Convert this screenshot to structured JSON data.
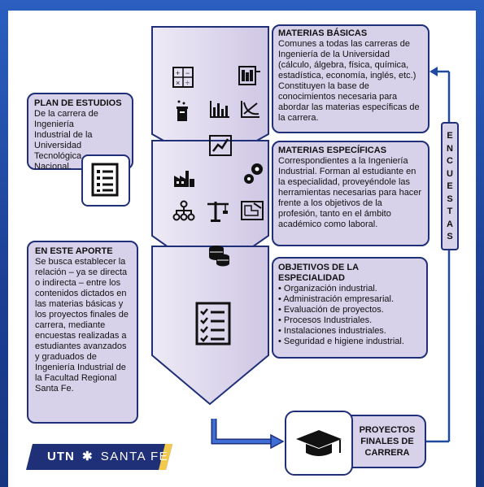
{
  "plan": {
    "title": "PLAN DE ESTUDIOS",
    "text": "De la carrera de Ingeniería Industrial de la Universidad Tecnológica Nacional."
  },
  "aporte": {
    "title": "EN ESTE APORTE",
    "text": "Se busca establecer la relación – ya se directa o indirecta – entre los contenidos dictados en las materias básicas y los proyectos finales de carrera, mediante encuestas realizadas a estudiantes avanzados y graduados de Ingeniería Industrial de la Facultad Regional Santa Fe."
  },
  "basicas": {
    "title": "MATERIAS BÁSICAS",
    "text": "Comunes a todas las carreras de Ingeniería de la Universidad (cálculo, álgebra, física, química, estadística, economía, inglés, etc.) Constituyen la base de conocimientos necesaria para abordar las materias específicas de la carrera."
  },
  "especificas": {
    "title": "MATERIAS ESPECÍFICAS",
    "text": "Correspondientes a la Ingeniería Industrial. Forman al estudiante en la especialidad, proveyéndole las herramientas necesarias para hacer frente a los objetivos de la profesión, tanto en el ámbito académico como laboral."
  },
  "objetivos": {
    "title": "OBJETIVOS DE LA ESPECIALIDAD",
    "items": [
      "• Organización industrial.",
      "• Administración empresarial.",
      "• Evaluación de proyectos.",
      "• Procesos Industriales.",
      "• Instalaciones industriales.",
      "• Seguridad e higiene industrial."
    ]
  },
  "encuestas": {
    "label": "ENCUESTAS"
  },
  "proyectos": {
    "title": "PROYECTOS FINALES DE CARRERA"
  },
  "logo": {
    "text": "UTN",
    "sub": "SANTA FE"
  },
  "colors": {
    "navy": "#1f2f78",
    "lavender": "#d8d1ea",
    "blue": "#2d5fc4"
  },
  "icons": [
    "calculator-icon",
    "abacus-icon",
    "flask-icon",
    "bar-chart-icon",
    "axes-chart-icon",
    "line-chart-icon",
    "factory-icon",
    "gears-icon",
    "org-chart-icon",
    "crane-icon",
    "blueprint-icon",
    "coins-icon",
    "checklist-icon",
    "list-icon",
    "graduation-cap-icon"
  ]
}
